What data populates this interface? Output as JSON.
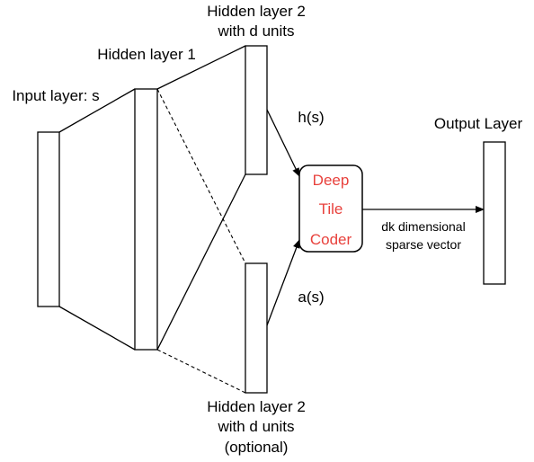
{
  "labels": {
    "input_layer": "Input layer: s",
    "hidden1": "Hidden layer 1",
    "hidden2_top_line1": "Hidden layer 2",
    "hidden2_top_line2": "with d units",
    "hidden2_bottom_line1": "Hidden layer 2",
    "hidden2_bottom_line2": "with d units",
    "hidden2_bottom_line3": "(optional)",
    "h_of_s": "h(s)",
    "a_of_s": "a(s)",
    "output_layer": "Output Layer",
    "coder_line1": "Deep",
    "coder_line2": "Tile",
    "coder_line3": "Coder",
    "edge_line1": "dk dimensional",
    "edge_line2": "sparse vector"
  },
  "colors": {
    "stroke": "#000000",
    "coder_text": "#e8413c",
    "background": "#ffffff"
  }
}
